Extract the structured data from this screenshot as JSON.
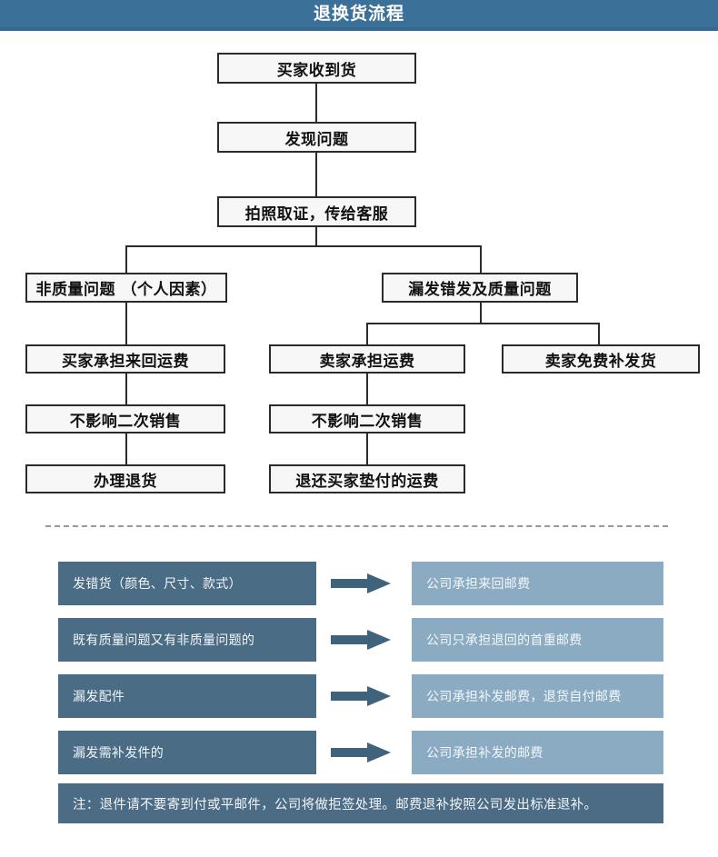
{
  "header": {
    "title": "退换货流程",
    "bar_color": "#3b7199",
    "text_color": "#ffffff"
  },
  "flowchart": {
    "node_border_color": "#2b2b2b",
    "node_fill_color": "#f7f7f7",
    "nodes": [
      {
        "id": "received",
        "label": "买家收到货"
      },
      {
        "id": "found-problem",
        "label": "发现问题"
      },
      {
        "id": "photo-evidence",
        "label": "拍照取证，传给客服"
      },
      {
        "id": "non-quality",
        "label": "非质量问题 （个人因素）"
      },
      {
        "id": "quality",
        "label": "漏发错发及质量问题"
      },
      {
        "id": "buyer-freight",
        "label": "买家承担来回运费"
      },
      {
        "id": "seller-freight",
        "label": "卖家承担运费"
      },
      {
        "id": "seller-reship",
        "label": "卖家免费补发货"
      },
      {
        "id": "resale-left",
        "label": "不影响二次销售"
      },
      {
        "id": "resale-mid",
        "label": "不影响二次销售"
      },
      {
        "id": "process-return",
        "label": "办理退货"
      },
      {
        "id": "refund-freight",
        "label": "退还买家垫付的运费"
      }
    ]
  },
  "matrix": {
    "left_color": "#4a6c85",
    "right_color": "#8babc2",
    "arrow_color": "#40637d",
    "rows": [
      {
        "condition": "发错货（颜色、尺寸、款式）",
        "result": "公司承担来回邮费"
      },
      {
        "condition": "既有质量问题又有非质量问题的",
        "result": "公司只承担退回的首重邮费"
      },
      {
        "condition": "漏发配件",
        "result": "公司承担补发邮费，退货自付邮费"
      },
      {
        "condition": "漏发需补发件的",
        "result": "公司承担补发的邮费"
      }
    ],
    "note": "注：退件请不要寄到付或平邮件，公司将做拒签处理。邮费退补按照公司发出标准退补。",
    "note_color": "#4c6b84"
  }
}
